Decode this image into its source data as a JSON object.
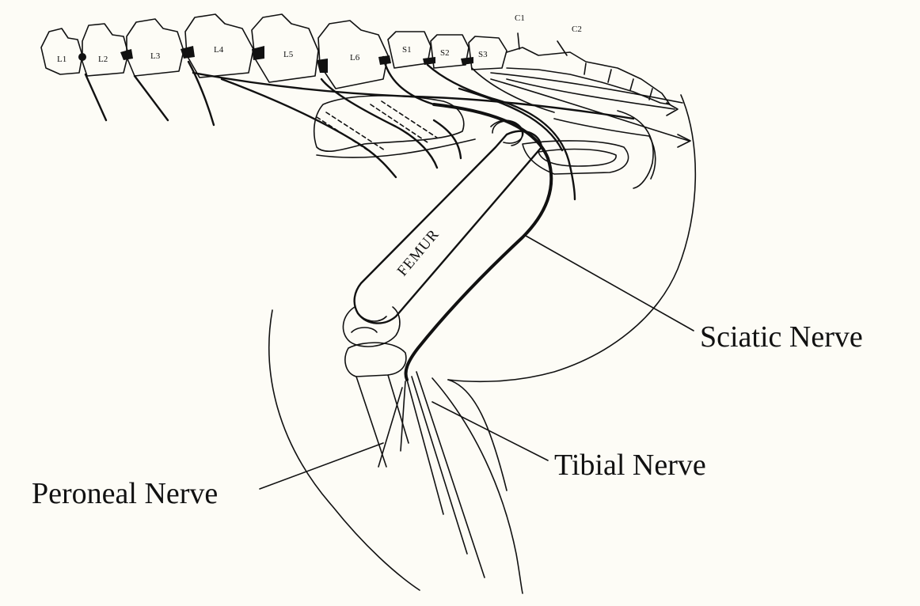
{
  "diagram": {
    "labels": {
      "sciatic": "Sciatic Nerve",
      "tibial": "Tibial Nerve",
      "peroneal": "Peroneal Nerve",
      "femur": "FEMUR"
    },
    "vertebrae": {
      "l1": "L1",
      "l2": "L2",
      "l3": "L3",
      "l4": "L4",
      "l5": "L5",
      "l6": "L6",
      "s1": "S1",
      "s2": "S2",
      "s3": "S3",
      "c1": "C1",
      "c2": "C2"
    }
  }
}
